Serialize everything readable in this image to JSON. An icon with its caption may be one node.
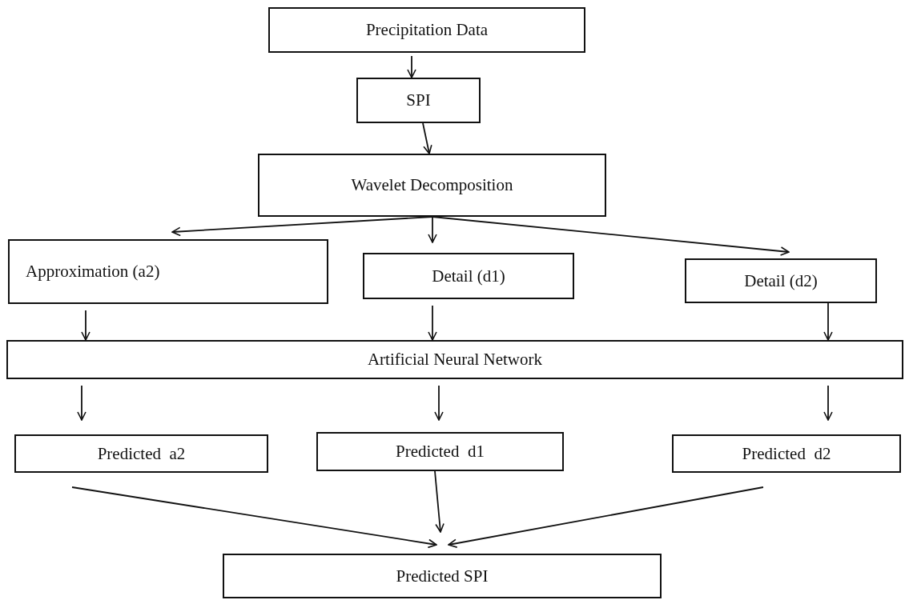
{
  "diagram": {
    "nodes": [
      {
        "text": [
          "Precipitation Data"
        ]
      },
      {
        "text": [
          "SPI"
        ]
      },
      {
        "text": [
          "Wavelet Decomposition"
        ]
      },
      {
        "text": [
          "Approximation (a2)"
        ]
      },
      {
        "text": [
          "Detail (d1)"
        ]
      },
      {
        "text": [
          "Detail (d2)"
        ]
      },
      {
        "text": [
          "Artificial Neural Network"
        ]
      },
      {
        "text": [
          "Predicted  a2"
        ]
      },
      {
        "text": [
          "Predicted  d1"
        ]
      },
      {
        "text": [
          "Predicted  d2"
        ]
      },
      {
        "text": [
          "Predicted SPI"
        ]
      }
    ],
    "edges": [
      {
        "from": 0,
        "to": 1,
        "arrow": "to"
      },
      {
        "from": 1,
        "to": 2,
        "arrow": "to"
      },
      {
        "from": 2,
        "to": 3,
        "arrow": "to"
      },
      {
        "from": 2,
        "to": 4,
        "arrow": "to"
      },
      {
        "from": 2,
        "to": 5,
        "arrow": "to"
      },
      {
        "from": 3,
        "to": 6,
        "arrow": "to"
      },
      {
        "from": 4,
        "to": 6,
        "arrow": "to"
      },
      {
        "from": 5,
        "to": 6,
        "arrow": "to"
      },
      {
        "from": 6,
        "to": 7,
        "arrow": "to"
      },
      {
        "from": 6,
        "to": 8,
        "arrow": "to"
      },
      {
        "from": 6,
        "to": 9,
        "arrow": "to"
      },
      {
        "from": 7,
        "to": 10,
        "arrow": "to"
      },
      {
        "from": 8,
        "to": 10,
        "arrow": "to"
      },
      {
        "from": 9,
        "to": 10,
        "arrow": "to"
      }
    ]
  }
}
